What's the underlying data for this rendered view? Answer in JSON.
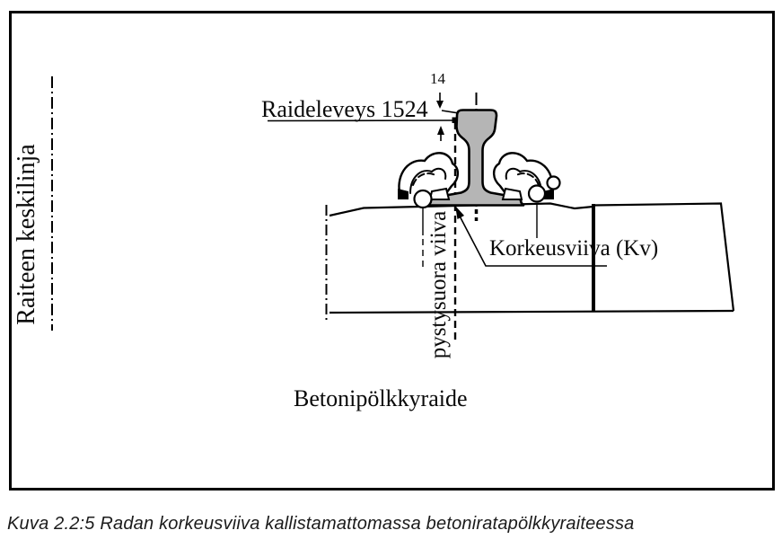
{
  "figure": {
    "labels": {
      "track_centerline": "Raiteen keskilinja",
      "gauge": "Raideleveys 1524",
      "gauge_offset": "14",
      "vertical_line": "pystysuora viiva",
      "height_line": "Korkeusviiva (Kv)",
      "sleeper_track": "Betonipölkkyraide"
    },
    "measurements": {
      "gauge_mm": 1524,
      "gauge_point_below_rail_top_mm": 14
    },
    "caption": "Kuva 2.2:5 Radan korkeusviiva kallistamattomassa betoniratapölkkyraiteessa"
  },
  "colors": {
    "line": "#000000",
    "rail_fill": "#b5b5b5",
    "caption_text": "#1b1b1b",
    "background": "#ffffff"
  }
}
